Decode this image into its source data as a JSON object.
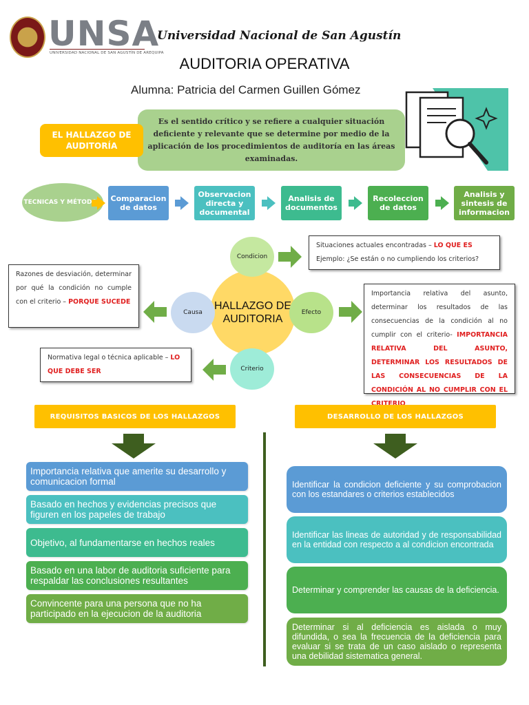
{
  "header": {
    "logo_word": "UNSA",
    "logo_subtitle": "UNIVERSIDAD NACIONAL DE SAN AGUSTÍN DE AREQUIPA",
    "university": "Universidad Nacional de San Agustín",
    "title": "AUDITORIA OPERATIVA",
    "student": "Alumna: Patricia del Carmen Guillen Gómez"
  },
  "definition": {
    "label": "EL HALLAZGO DE AUDITORÍA",
    "text": "Es el sentido crítico y se refiere a cualquier situación deficiente y relevante que se determine por medio de la aplicación de los procedimientos de auditoría en las áreas examinadas."
  },
  "techniques": {
    "label": "TECNICAS Y MÉTODOS",
    "steps": [
      {
        "label": "Comparacion de datos",
        "color": "#5b9bd5"
      },
      {
        "label": "Observacion directa y documental",
        "color": "#4bc0c0"
      },
      {
        "label": "Analisis de documentos",
        "color": "#3dbb8f"
      },
      {
        "label": "Recoleccion de datos",
        "color": "#4caf50"
      },
      {
        "label": "Analisis y sintesis de informacion",
        "color": "#70ad47"
      }
    ]
  },
  "diagram": {
    "center": "HALLAZGO DE AUDITORIA",
    "condicion": "Condicion",
    "causa": "Causa",
    "efecto": "Efecto",
    "criterio": "Criterio",
    "condicion_box": {
      "line1": "Situaciones actuales encontradas –",
      "highlight": "LO QUE ES",
      "line2": "Ejemplo: ¿Se están o no cumpliendo los criterios?"
    },
    "causa_box": {
      "text": "Razones de desviación, determinar por qué la condición no cumple con el criterio –",
      "highlight": "PORQUE SUCEDE"
    },
    "efecto_box": {
      "text": "Importancia relativa del asunto, determinar los resultados de las consecuencias de la condición al no cumplir con el criterio-",
      "highlight": "IMPORTANCIA RELATIVA DEL ASUNTO, DETERMINAR LOS RESULTADOS DE LAS CONSECUENCIAS DE LA CONDICIÓN AL NO CUMPLIR CON EL CRITERIO"
    },
    "criterio_box": {
      "text": "Normativa legal o técnica aplicable –",
      "highlight": "LO QUE DEBE SER"
    }
  },
  "requisitos": {
    "heading": "REQUISITOS BASICOS DE LOS HALLAZGOS",
    "items": [
      {
        "text": "Importancia relativa que amerite su desarrollo y comunicacion formal",
        "color": "#5b9bd5"
      },
      {
        "text": "Basado en hechos y evidencias precisos que figuren en los papeles de trabajo",
        "color": "#4bc0c0"
      },
      {
        "text": "Objetivo, al fundamentarse en hechos reales",
        "color": "#3dbb8f"
      },
      {
        "text": "Basado en una labor de auditoria suficiente para respaldar las conclusiones resultantes",
        "color": "#4caf50"
      },
      {
        "text": "Convincente para una persona que no ha participado en la ejecucion de la auditoria",
        "color": "#70ad47"
      }
    ]
  },
  "desarrollo": {
    "heading": "DESARROLLO DE LOS HALLAZGOS",
    "items": [
      {
        "text": "Identificar la condicion deficiente y su comprobacion con los estandares o criterios establecidos",
        "color": "#5b9bd5"
      },
      {
        "text": "Identificar las lineas de autoridad y de responsabilidad en la entidad con respecto a al condicion encontrada",
        "color": "#4bc0c0"
      },
      {
        "text": "Determinar y comprender las causas de la deficiencia.",
        "color": "#4caf50"
      },
      {
        "text": "Determinar si al deficiencia es aislada o muy difundida, o sea la frecuencia de la deficiencia para evaluar si se trata de un caso aislado o representa una debilidad sistematica general.",
        "color": "#70ad47"
      }
    ]
  },
  "colors": {
    "accent_orange": "#ffc000",
    "arrow_green": "#70ad47",
    "dark_green": "#3e5e1f",
    "arrow_blue": "#5b9bd5"
  }
}
